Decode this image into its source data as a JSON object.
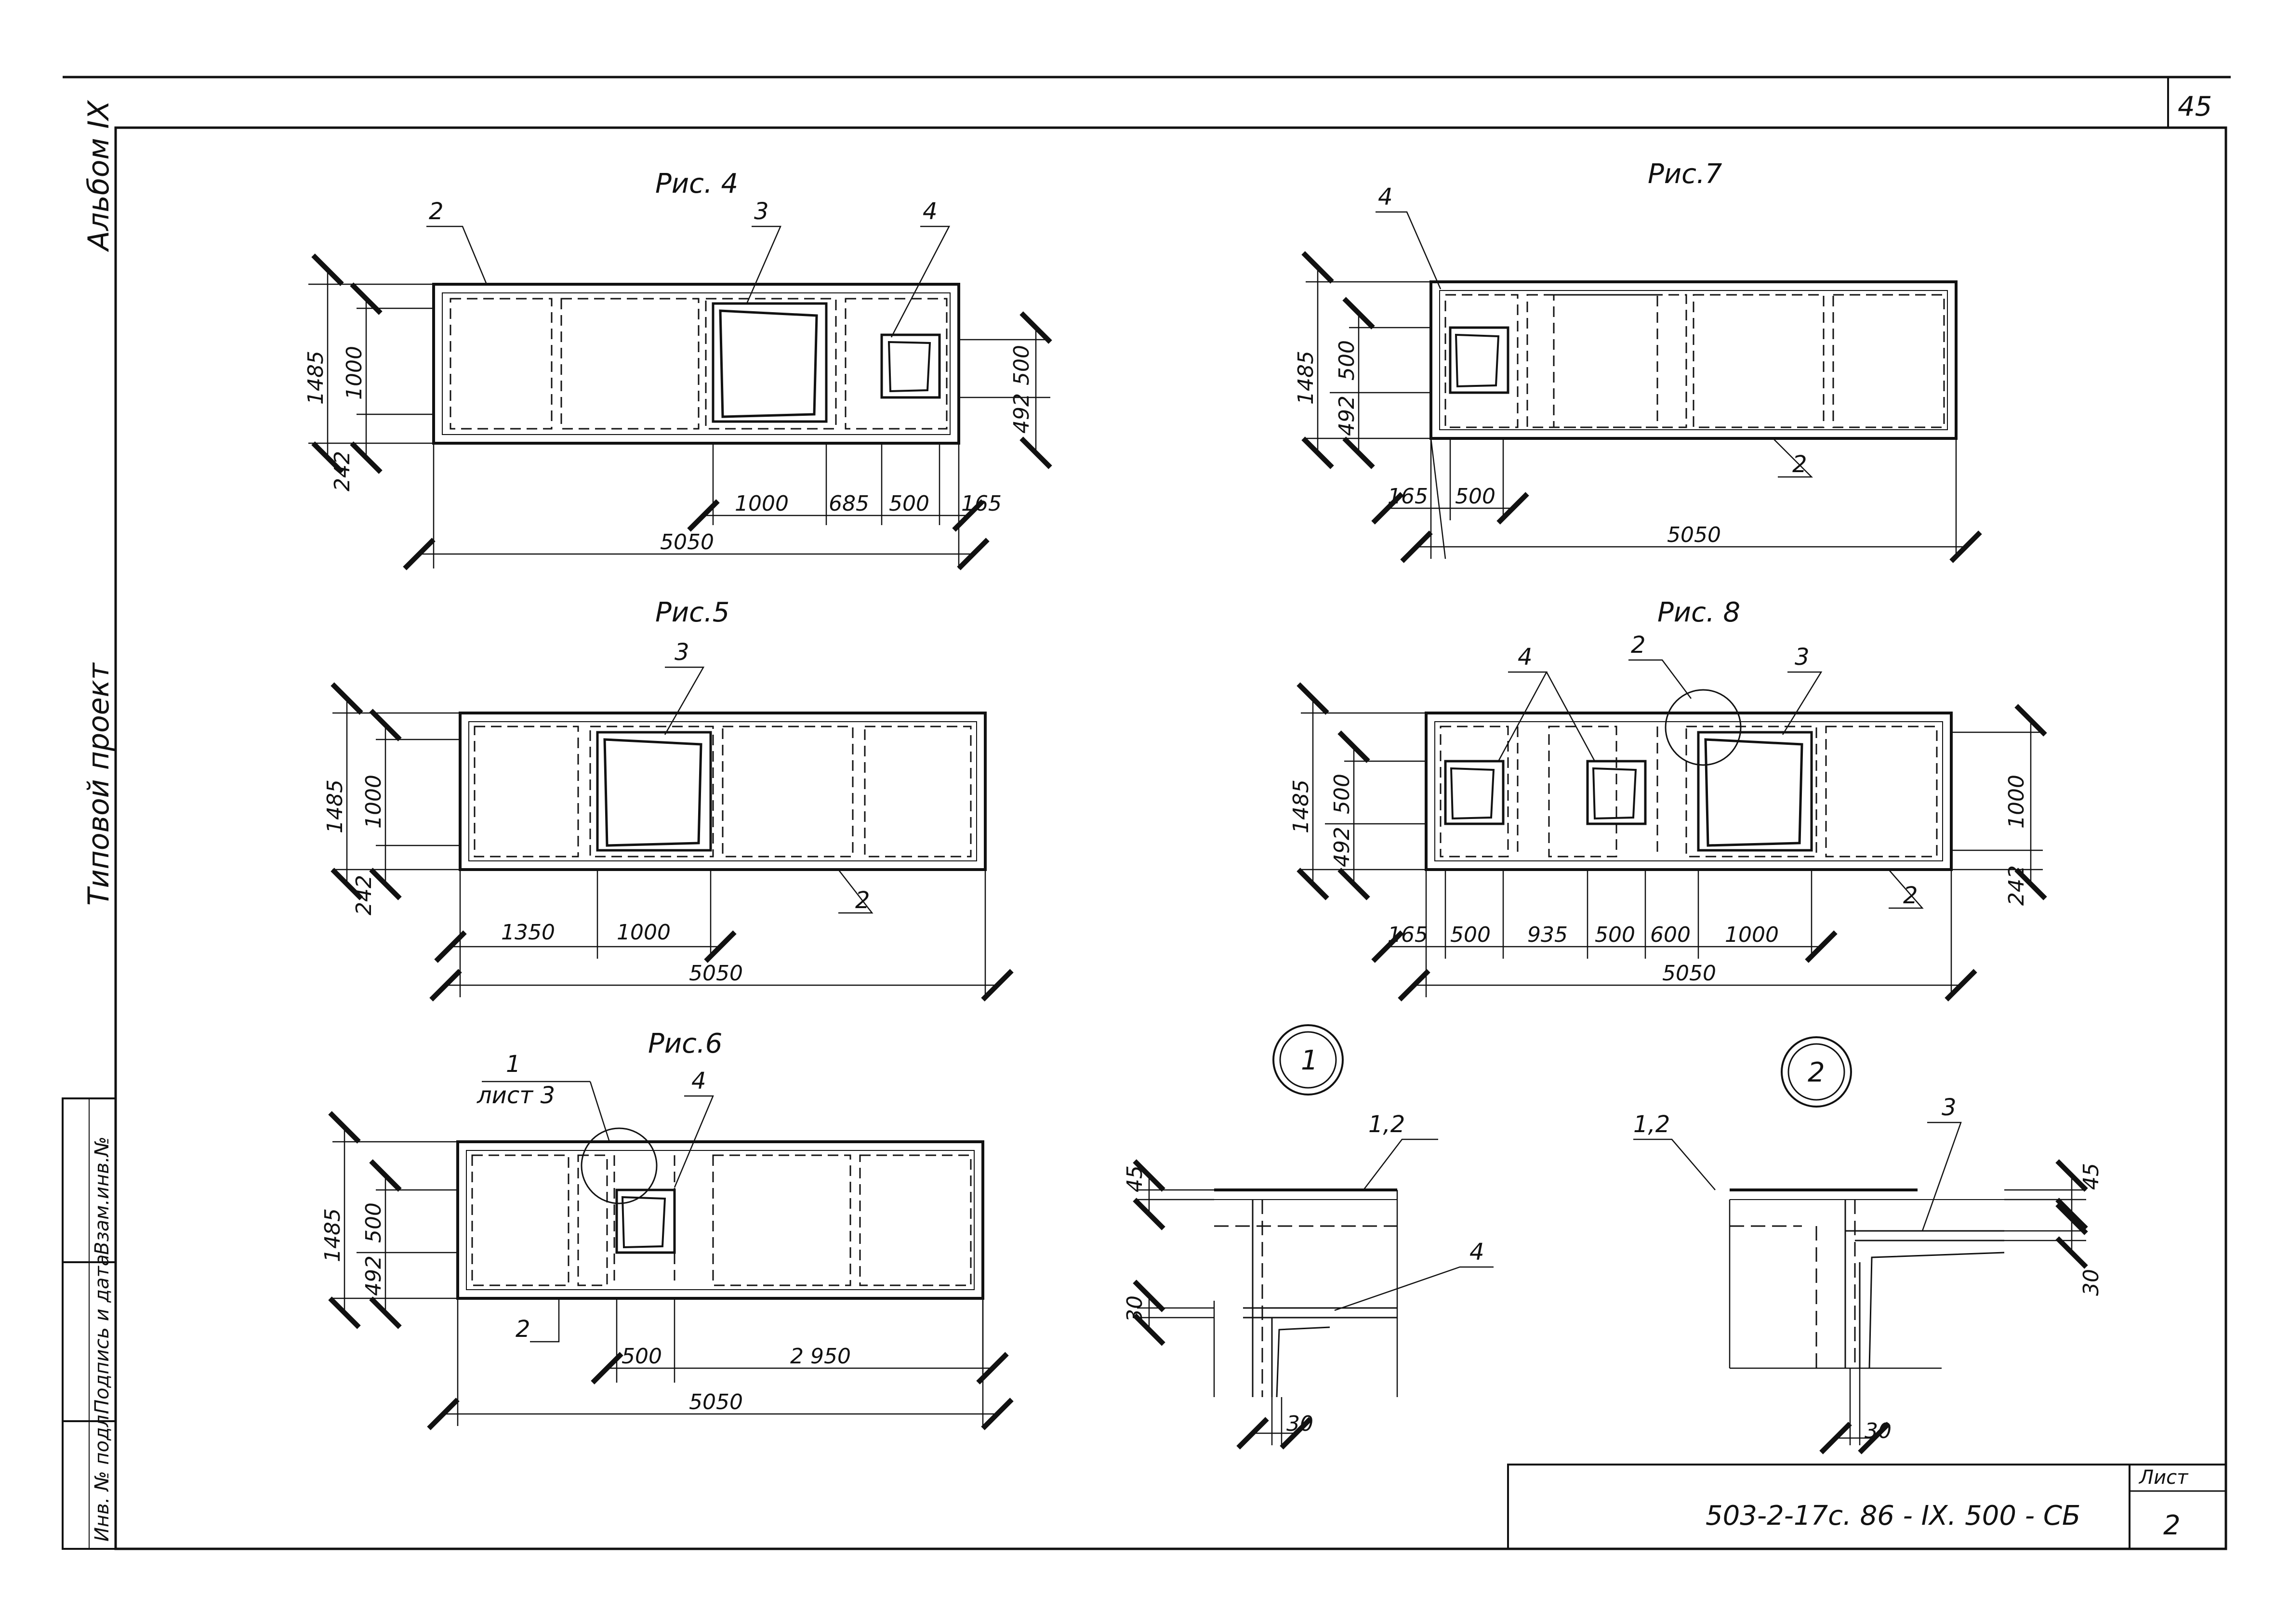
{
  "sheet": {
    "page_number": "45",
    "side_album": "Альбом IX",
    "side_project": "Типовой проект",
    "stamp_col1": "Инв. № подл.",
    "stamp_col2": "Подпись и дата",
    "stamp_col3": "Взам.инв.№",
    "code": "503-2-17с. 86 - IX. 500 - СБ",
    "list_label": "Лист",
    "list_number": "2"
  },
  "fig4": {
    "title": "Рис. 4",
    "callouts": [
      "2",
      "3",
      "4"
    ],
    "dims": {
      "height": "1485",
      "opening": "1000",
      "bottom": "242",
      "small_h": "500",
      "small_b": "492",
      "d1": "1000",
      "d2": "685",
      "d3": "500",
      "d4": "165",
      "total": "5050"
    }
  },
  "fig5": {
    "title": "Рис.5",
    "callouts": [
      "3",
      "2"
    ],
    "dims": {
      "height": "1485",
      "opening": "1000",
      "bottom": "242",
      "d1": "1350",
      "d2": "1000",
      "total": "5050"
    }
  },
  "fig6": {
    "title": "Рис.6",
    "callouts": [
      "1",
      "4",
      "2"
    ],
    "sheet_ref": "лист 3",
    "dims": {
      "height": "1485",
      "small_h": "500",
      "small_b": "492",
      "d1": "500",
      "d2": "2 950",
      "total": "5050"
    }
  },
  "fig7": {
    "title": "Рис.7",
    "callouts": [
      "4",
      "2"
    ],
    "dims": {
      "height": "1485",
      "small_h": "500",
      "small_b": "492",
      "d1": "165",
      "d2": "500",
      "total": "5050"
    }
  },
  "fig8": {
    "title": "Рис. 8",
    "callouts": [
      "4",
      "2",
      "3",
      "2"
    ],
    "dims": {
      "height": "1485",
      "small_h": "500",
      "small_b": "492",
      "right_h": "1000",
      "right_b": "242",
      "d1": "165",
      "d2": "500",
      "d3": "935",
      "d4": "500",
      "d5": "600",
      "d6": "1000",
      "total": "5050"
    }
  },
  "detail1": {
    "marker": "1",
    "callouts": [
      "1,2",
      "4"
    ],
    "dims": {
      "top": "45",
      "mid": "30",
      "bottom": "30"
    }
  },
  "detail2": {
    "marker": "2",
    "callouts": [
      "1,2",
      "3"
    ],
    "dims": {
      "top": "45",
      "mid": "30",
      "bottom": "30"
    }
  }
}
